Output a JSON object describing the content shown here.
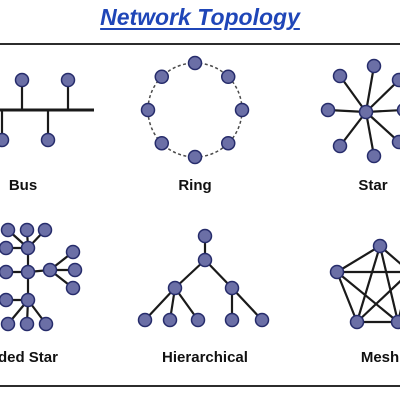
{
  "title": "Network Topology",
  "colors": {
    "title": "#1f46b8",
    "node_fill": "#6b6fa6",
    "node_stroke": "#262c6b",
    "edge": "#1a1a1a",
    "frame": "#2c2c2c"
  },
  "topologies": {
    "bus": {
      "label": "Bus"
    },
    "ring": {
      "label": "Ring"
    },
    "star": {
      "label": "Star"
    },
    "extended_star": {
      "label": "Extended Star"
    },
    "hierarchical": {
      "label": "Hierarchical"
    },
    "mesh": {
      "label": "Mesh"
    }
  }
}
